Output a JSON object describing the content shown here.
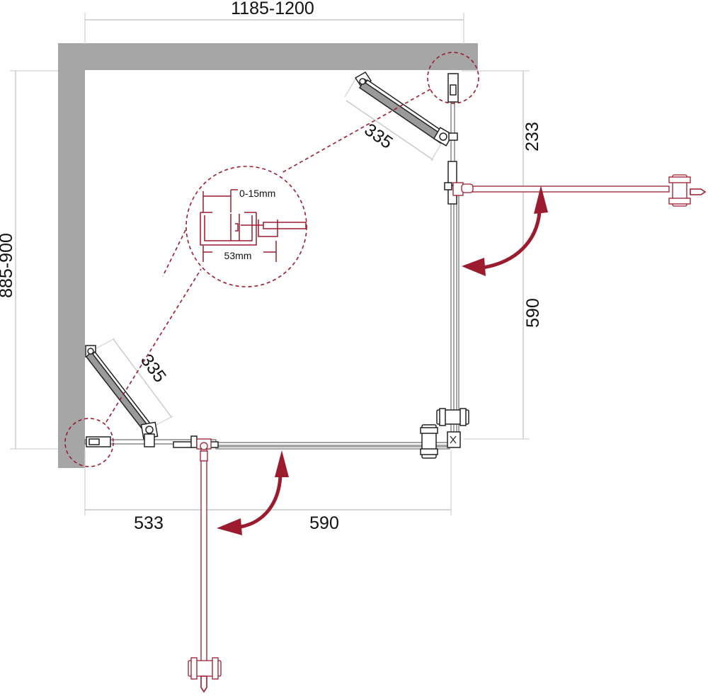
{
  "colors": {
    "wall": "#a6a6a6",
    "door_accent": "#9c1b2f",
    "dimension_line": "#c8c8c8",
    "text": "#111111"
  },
  "dimensions": {
    "overall_width": "1185-1200",
    "overall_depth": "885-900",
    "right_fixed_panel": "233",
    "right_door_opening": "590",
    "bottom_fixed_panel": "533",
    "bottom_door_opening": "590",
    "top_brace": "335",
    "left_brace": "335"
  },
  "detail": {
    "adjustment": "0-15mm",
    "profile_width": "53mm"
  }
}
